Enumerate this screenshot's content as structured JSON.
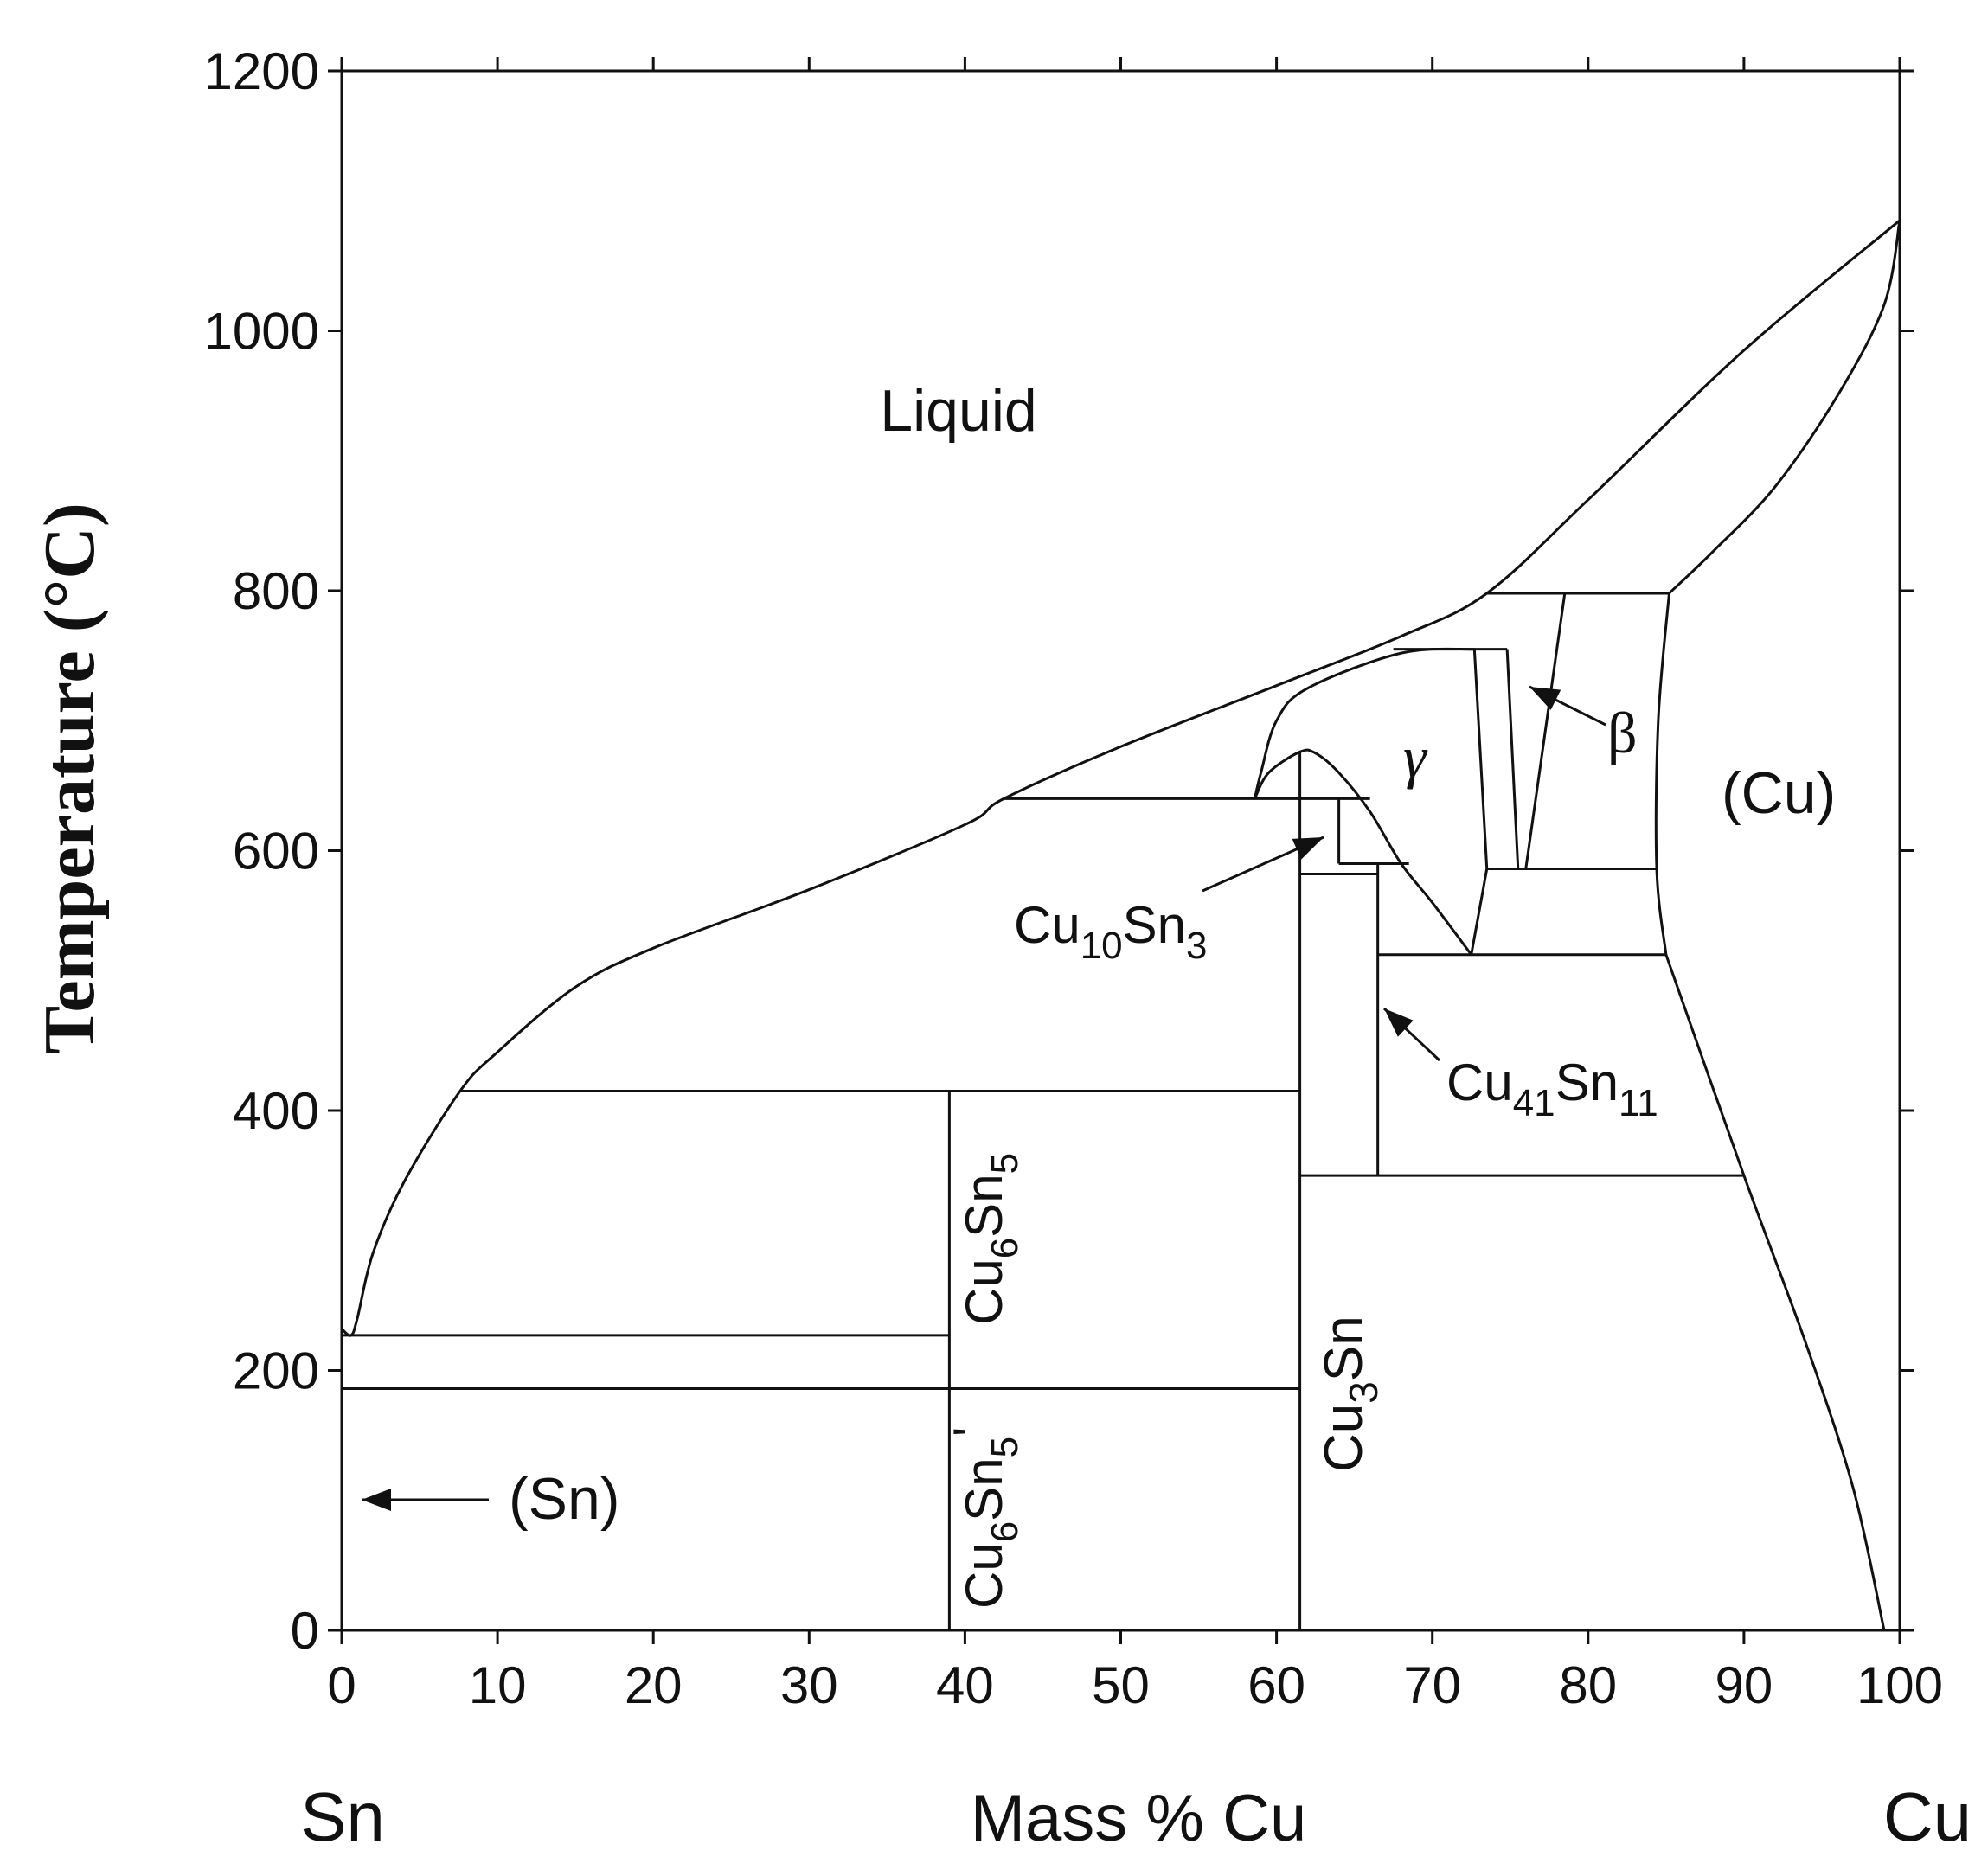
{
  "chart_data": {
    "type": "line",
    "title": "",
    "xlabel": "Mass % Cu",
    "ylabel": "Temperature (°C)",
    "xlim": [
      0,
      100
    ],
    "ylim": [
      0,
      1200
    ],
    "xticks": [
      "0",
      "10",
      "20",
      "30",
      "40",
      "50",
      "60",
      "70",
      "80",
      "90",
      "100"
    ],
    "yticks": [
      "0",
      "200",
      "400",
      "600",
      "800",
      "1000",
      "1200"
    ],
    "x_end_labels": {
      "left": "Sn",
      "right": "Cu"
    },
    "phase_labels": {
      "liquid": "Liquid",
      "sn": "(Sn)",
      "cu": "(Cu)",
      "gamma": "γ",
      "beta": "β",
      "cu10sn3": {
        "base": "Cu",
        "n1": "10",
        "el": "Sn",
        "n2": "3"
      },
      "cu41sn11": {
        "base": "Cu",
        "n1": "41",
        "el": "Sn",
        "n2": "11"
      },
      "cu6sn5": {
        "base": "Cu",
        "n1": "6",
        "el": "Sn",
        "n2": "5"
      },
      "cu6sn5p": {
        "base": "Cu",
        "n1": "6",
        "el": "Sn",
        "n2": "5",
        "prime": "'"
      },
      "cu3sn": {
        "base": "Cu",
        "n1": "3",
        "el": "Sn"
      }
    },
    "series": [
      {
        "id": "liquidus-main",
        "points": [
          [
            0,
            232
          ],
          [
            0.6,
            227
          ],
          [
            1,
            240
          ],
          [
            2,
            290
          ],
          [
            4,
            345
          ],
          [
            7.6,
            415
          ],
          [
            10,
            445
          ],
          [
            15,
            495
          ],
          [
            20,
            525
          ],
          [
            30,
            570
          ],
          [
            40,
            620
          ],
          [
            42.5,
            640
          ],
          [
            50,
            680
          ],
          [
            60,
            727
          ],
          [
            68,
            765
          ],
          [
            73.5,
            798
          ],
          [
            80,
            870
          ],
          [
            90,
            985
          ],
          [
            100,
            1085
          ]
        ]
      },
      {
        "id": "solidus-cu",
        "points": [
          [
            85.2,
            798
          ],
          [
            88,
            830
          ],
          [
            92,
            880
          ],
          [
            96,
            950
          ],
          [
            99,
            1020
          ],
          [
            100,
            1085
          ]
        ]
      },
      {
        "id": "gamma-left",
        "points": [
          [
            58.6,
            640
          ],
          [
            59,
            660
          ],
          [
            60,
            700
          ],
          [
            62,
            725
          ],
          [
            68,
            752
          ],
          [
            72.7,
            755
          ]
        ]
      },
      {
        "id": "cu10sn3-dome",
        "points": [
          [
            58.6,
            640
          ],
          [
            59.5,
            660
          ],
          [
            61.5,
            676
          ],
          [
            62.5,
            675
          ],
          [
            64,
            660
          ],
          [
            66,
            630
          ],
          [
            68,
            590
          ],
          [
            70,
            560
          ],
          [
            72.5,
            520
          ]
        ]
      },
      {
        "id": "gamma-beta-left",
        "points": [
          [
            72.7,
            755
          ],
          [
            73.5,
            586
          ]
        ]
      },
      {
        "id": "gamma-beta-right",
        "points": [
          [
            74.8,
            755
          ],
          [
            75.5,
            586
          ]
        ]
      },
      {
        "id": "beta-left",
        "points": [
          [
            76,
            586
          ],
          [
            78.5,
            798
          ]
        ]
      },
      {
        "id": "cu-solvus-upper",
        "points": [
          [
            85.2,
            798
          ],
          [
            84.5,
            700
          ],
          [
            84.4,
            586
          ],
          [
            85,
            520
          ]
        ]
      },
      {
        "id": "cu-solvus-lower",
        "points": [
          [
            85,
            520
          ],
          [
            90,
            350
          ],
          [
            94,
            220
          ],
          [
            97,
            110
          ],
          [
            99,
            0
          ]
        ]
      },
      {
        "id": "gamma-eutectoid-left",
        "points": [
          [
            72.5,
            520
          ],
          [
            73.5,
            586
          ]
        ]
      },
      {
        "id": "cu3sn-left",
        "points": [
          [
            61.5,
            0
          ],
          [
            61.5,
            676
          ]
        ]
      },
      {
        "id": "cu3sn-right",
        "points": [
          [
            66.5,
            350
          ],
          [
            66.5,
            590
          ]
        ]
      },
      {
        "id": "cu6sn5-line",
        "points": [
          [
            39,
            0
          ],
          [
            39,
            415
          ]
        ]
      },
      {
        "id": "cu10sn3-right",
        "points": [
          [
            64,
            640
          ],
          [
            64,
            590
          ]
        ]
      }
    ],
    "isotherms": [
      {
        "t": 798,
        "x": [
          73.5,
          85.2
        ]
      },
      {
        "t": 755,
        "x": [
          67.5,
          74.8
        ]
      },
      {
        "t": 640,
        "x": [
          42.5,
          66
        ]
      },
      {
        "t": 590,
        "x": [
          64,
          68.5
        ]
      },
      {
        "t": 582,
        "x": [
          61.5,
          66.5
        ]
      },
      {
        "t": 586,
        "x": [
          73.5,
          84.4
        ]
      },
      {
        "t": 520,
        "x": [
          66.5,
          85
        ]
      },
      {
        "t": 415,
        "x": [
          7.6,
          61.5
        ]
      },
      {
        "t": 350,
        "x": [
          61.5,
          90
        ]
      },
      {
        "t": 227,
        "x": [
          0,
          39
        ]
      },
      {
        "t": 186,
        "x": [
          0,
          61.5
        ]
      }
    ],
    "grid": false,
    "legend": "none"
  }
}
